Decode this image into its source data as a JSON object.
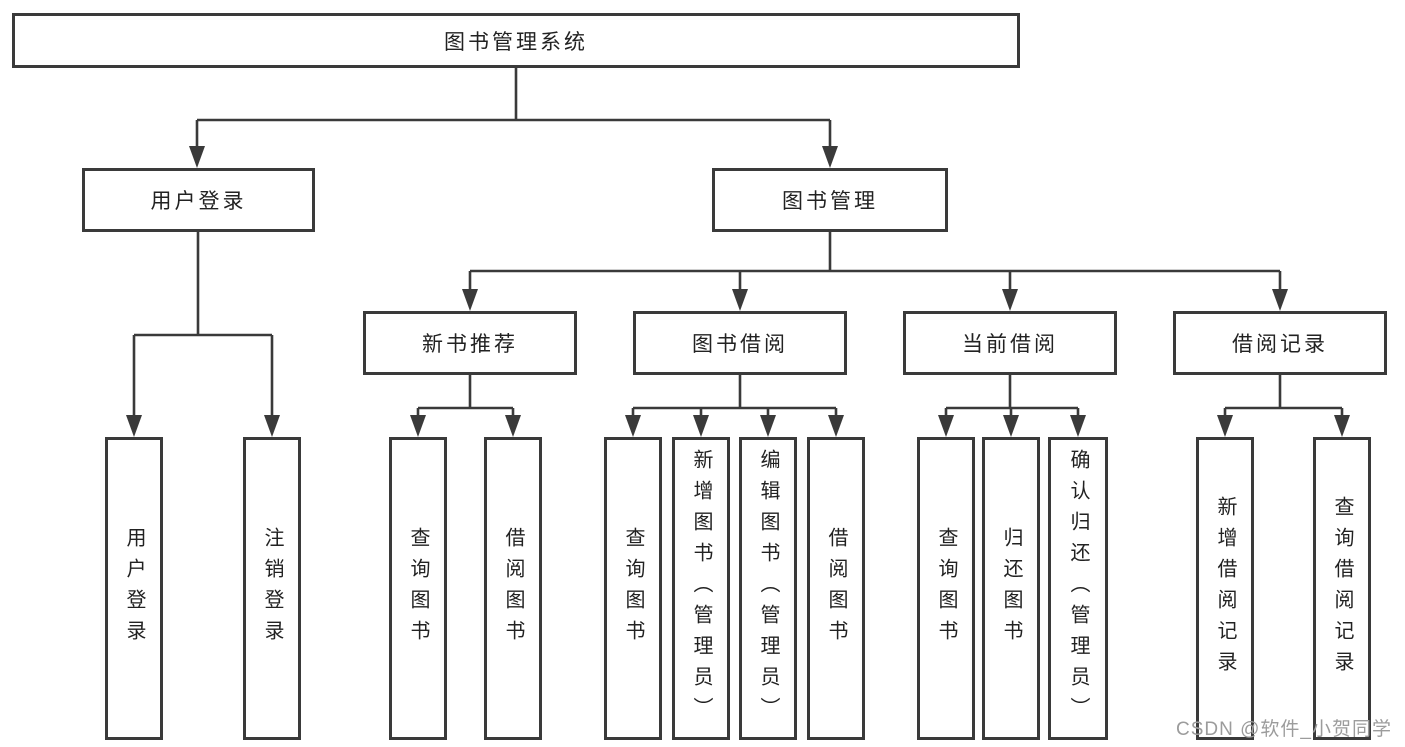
{
  "tree": {
    "root": "图书管理系统",
    "user_login": {
      "label": "用户登录",
      "leaves": [
        "用户登录",
        "注销登录"
      ]
    },
    "book_mgmt": {
      "label": "图书管理",
      "sections": [
        {
          "label": "新书推荐",
          "leaves": [
            "查询图书",
            "借阅图书"
          ]
        },
        {
          "label": "图书借阅",
          "leaves": [
            "查询图书",
            "新增图书（管理员）",
            "编辑图书（管理员）",
            "借阅图书"
          ]
        },
        {
          "label": "当前借阅",
          "leaves": [
            "查询图书",
            "归还图书",
            "确认归还（管理员）"
          ]
        },
        {
          "label": "借阅记录",
          "leaves": [
            "新增借阅记录",
            "查询借阅记录"
          ]
        }
      ]
    }
  },
  "watermark": "CSDN @软件_小贺同学",
  "colors": {
    "line": "#3a3a3a",
    "box-border": "#3a3a3a",
    "box-fill": "#ffffff",
    "text": "#222222",
    "watermark": "#9c9c9c"
  }
}
